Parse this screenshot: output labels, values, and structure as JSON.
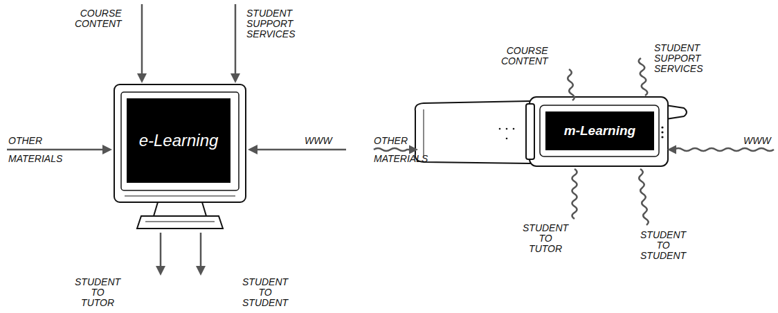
{
  "diagram": {
    "nodes": [
      {
        "text": [
          "e-Learning"
        ]
      },
      {
        "text": [
          "m-Learning"
        ]
      }
    ],
    "labels": [
      "COURSE CONTENT",
      "STUDENT SUPPORT SERVICES",
      "OTHER MATERIALS",
      "WWW",
      "STUDENT TO TUTOR",
      "STUDENT TO STUDENT",
      "COURSE CONTENT",
      "STUDENT SUPPORT SERVICES",
      "OTHER MATERIALS",
      "WWW",
      "STUDENT TO TUTOR",
      "STUDENT TO STUDENT"
    ]
  }
}
